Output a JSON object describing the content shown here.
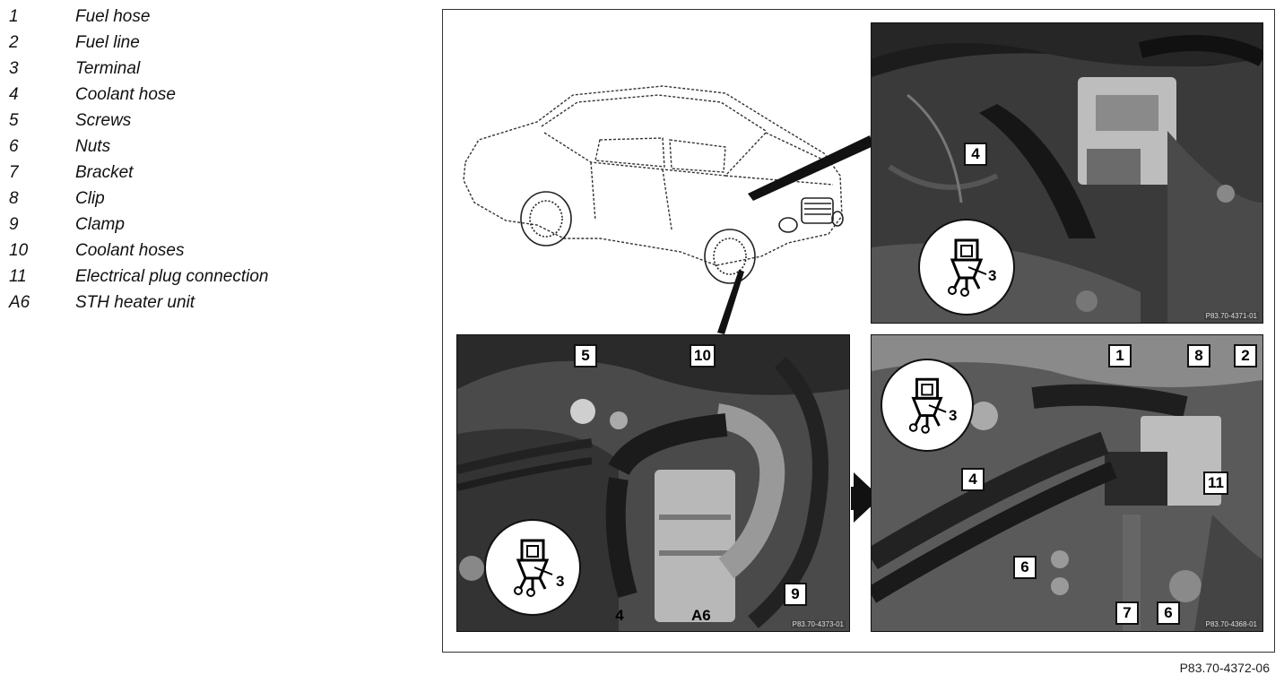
{
  "legend": [
    {
      "num": "1",
      "label": "Fuel hose"
    },
    {
      "num": "2",
      "label": "Fuel line"
    },
    {
      "num": "3",
      "label": "Terminal"
    },
    {
      "num": "4",
      "label": "Coolant hose"
    },
    {
      "num": "5",
      "label": "Screws"
    },
    {
      "num": "6",
      "label": "Nuts"
    },
    {
      "num": "7",
      "label": "Bracket"
    },
    {
      "num": "8",
      "label": "Clip"
    },
    {
      "num": "9",
      "label": "Clamp"
    },
    {
      "num": "10",
      "label": "Coolant hoses"
    },
    {
      "num": "11",
      "label": "Electrical plug connection"
    },
    {
      "num": "A6",
      "label": "STH heater unit"
    }
  ],
  "figure_id": "P83.70-4372-06",
  "panels": {
    "top_right": {
      "ref": "P83.70-4371-01",
      "callouts": [
        "4"
      ],
      "terminal_number": "3"
    },
    "bottom_left": {
      "ref": "P83.70-4373-01",
      "callouts": [
        "5",
        "10",
        "9",
        "4",
        "A6"
      ],
      "terminal_number": "3"
    },
    "bottom_right": {
      "ref": "P83.70-4368-01",
      "callouts": [
        "1",
        "8",
        "2",
        "4",
        "11",
        "6",
        "7",
        "6"
      ],
      "terminal_number": "3"
    }
  }
}
